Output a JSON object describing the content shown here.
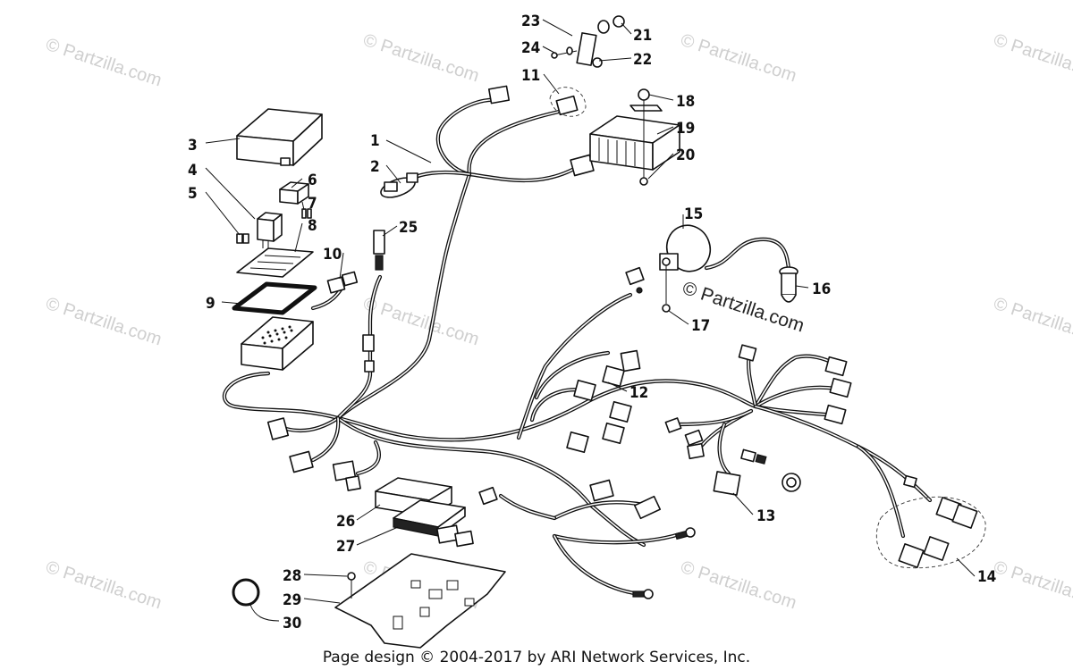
{
  "watermarks": {
    "site": "© Partzilla.com"
  },
  "footer": {
    "copyright": "Page design © 2004-2017 by ARI Network Services, Inc."
  },
  "callouts": {
    "c1": "1",
    "c2": "2",
    "c3": "3",
    "c4": "4",
    "c5": "5",
    "c6": "6",
    "c7": "7",
    "c8": "8",
    "c9": "9",
    "c10": "10",
    "c11": "11",
    "c12": "12",
    "c13": "13",
    "c14": "14",
    "c15": "15",
    "c16": "16",
    "c17": "17",
    "c18": "18",
    "c19": "19",
    "c20": "20",
    "c21": "21",
    "c22": "22",
    "c23": "23",
    "c24": "24",
    "c25": "25",
    "c26": "26",
    "c27": "27",
    "c28": "28",
    "c29": "29",
    "c30": "30"
  }
}
